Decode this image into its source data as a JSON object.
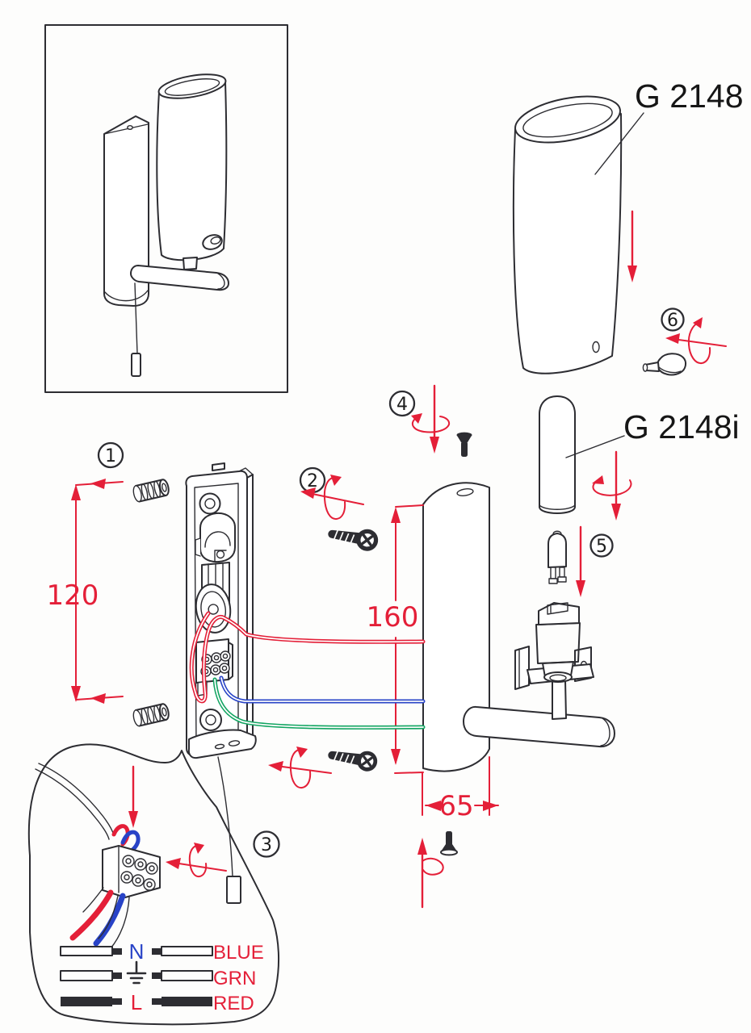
{
  "part_labels": {
    "shade": "G 2148",
    "inner_glass": "G 2148i"
  },
  "steps": [
    "1",
    "2",
    "3",
    "4",
    "5",
    "6"
  ],
  "dimensions": {
    "mounting_height": "120",
    "body_height": "160",
    "depth": "65"
  },
  "legend": {
    "rows": [
      {
        "terminal": "N",
        "wire_color": "BLUE"
      },
      {
        "terminal": "",
        "wire_color": "GRN"
      },
      {
        "terminal": "L",
        "wire_color": "RED"
      }
    ],
    "earth_icon": "earth-ground-icon"
  },
  "colors": {
    "red": "#e41f38",
    "blue": "#2843c7",
    "green": "#12a562",
    "ink": "#2d2d32"
  }
}
